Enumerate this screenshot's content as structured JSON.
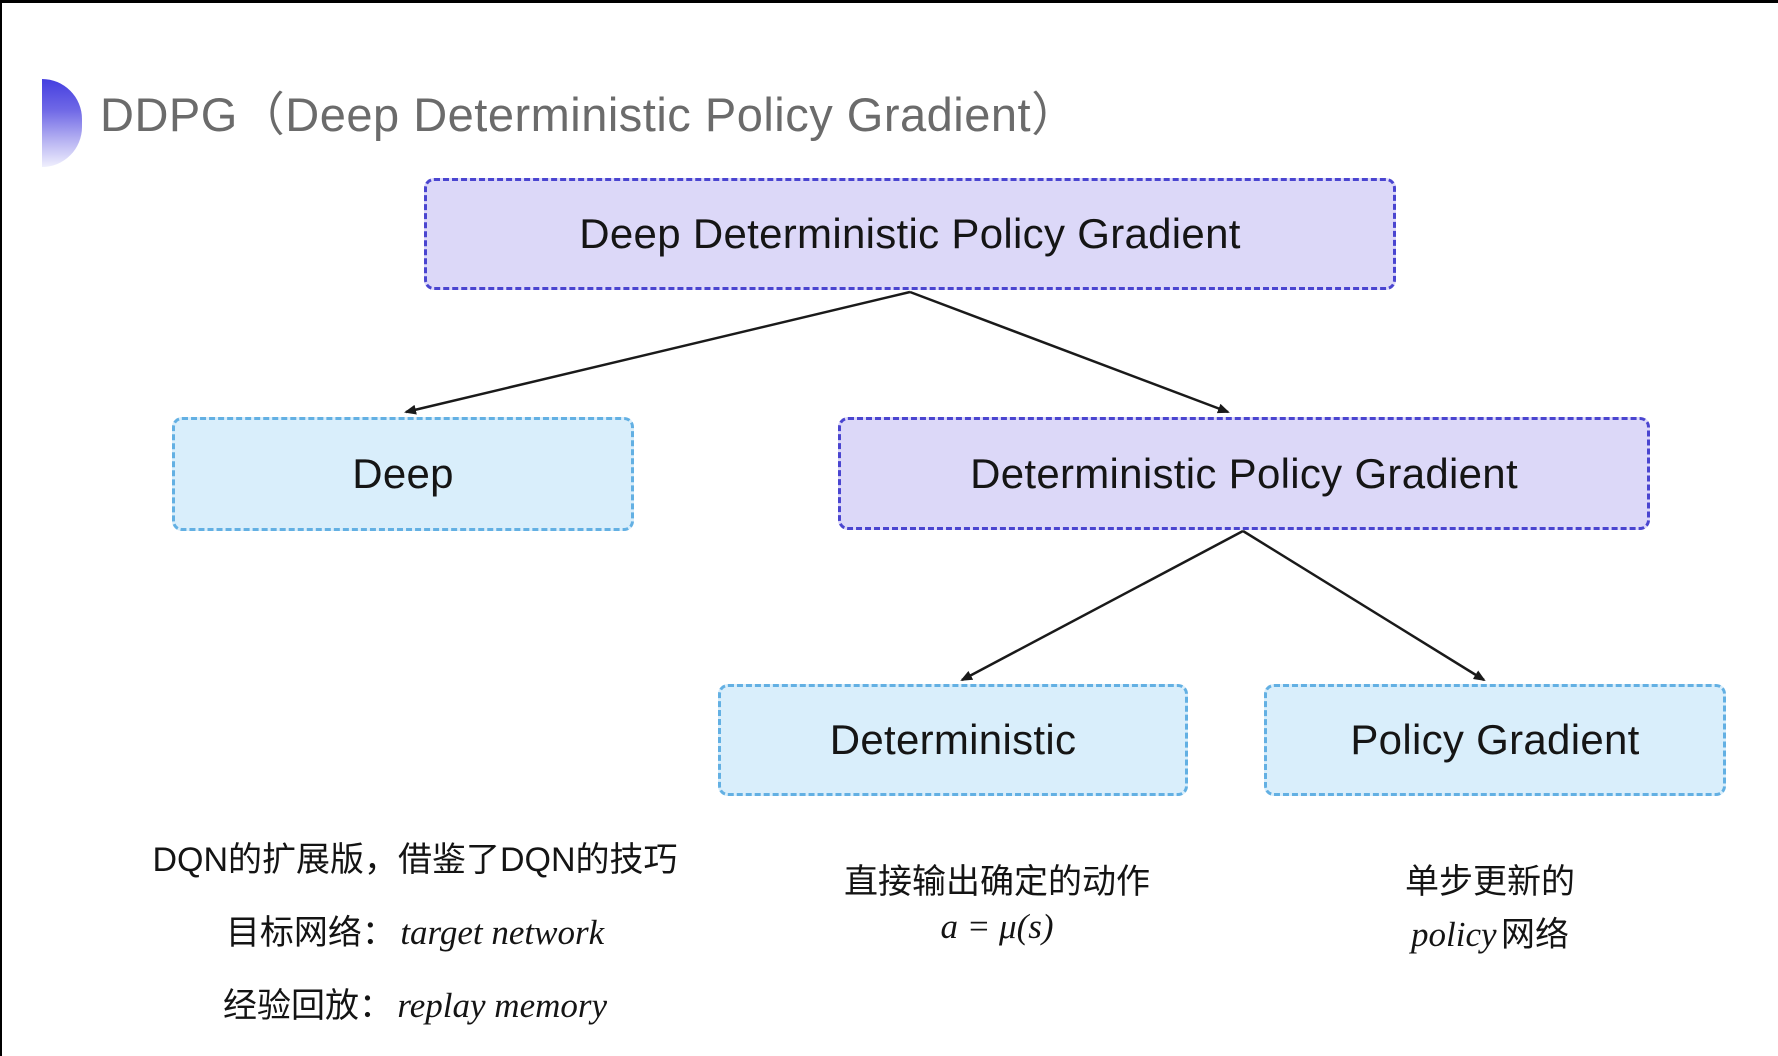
{
  "page": {
    "title": "DDPG（Deep Deterministic Policy Gradient）"
  },
  "diagram": {
    "nodes": [
      {
        "id": "root",
        "label": "Deep Deterministic Policy Gradient",
        "variant": "purple"
      },
      {
        "id": "deep",
        "label": "Deep",
        "variant": "cyan"
      },
      {
        "id": "dpg",
        "label": "Deterministic Policy Gradient",
        "variant": "purple"
      },
      {
        "id": "deterministic",
        "label": "Deterministic",
        "variant": "cyan"
      },
      {
        "id": "policy-gradient",
        "label": "Policy Gradient",
        "variant": "cyan"
      }
    ],
    "edges": [
      {
        "from": "root",
        "to": "deep"
      },
      {
        "from": "root",
        "to": "dpg"
      },
      {
        "from": "dpg",
        "to": "deterministic"
      },
      {
        "from": "dpg",
        "to": "policy-gradient"
      }
    ]
  },
  "notes": {
    "deep": {
      "line1": "DQN的扩展版，借鉴了DQN的技巧",
      "line2_label": "目标网络：",
      "line2_value": "target network",
      "line3_label": "经验回放：",
      "line3_value": "replay memory"
    },
    "deterministic": {
      "line1": "直接输出确定的动作",
      "formula": "a = μ(s)"
    },
    "policy": {
      "line1": "单步更新的",
      "line2_italic": "policy",
      "line2_rest": " 网络"
    }
  },
  "colors": {
    "purple_fill": "#dcd8f8",
    "purple_border": "#4a45d0",
    "cyan_fill": "#d9eefb",
    "cyan_border": "#63b0e3",
    "title_gray": "#6b6b6b",
    "arrow": "#1a1a1a",
    "bullet_gradient_top": "#443ee0",
    "bullet_gradient_bottom": "#efeffd"
  }
}
